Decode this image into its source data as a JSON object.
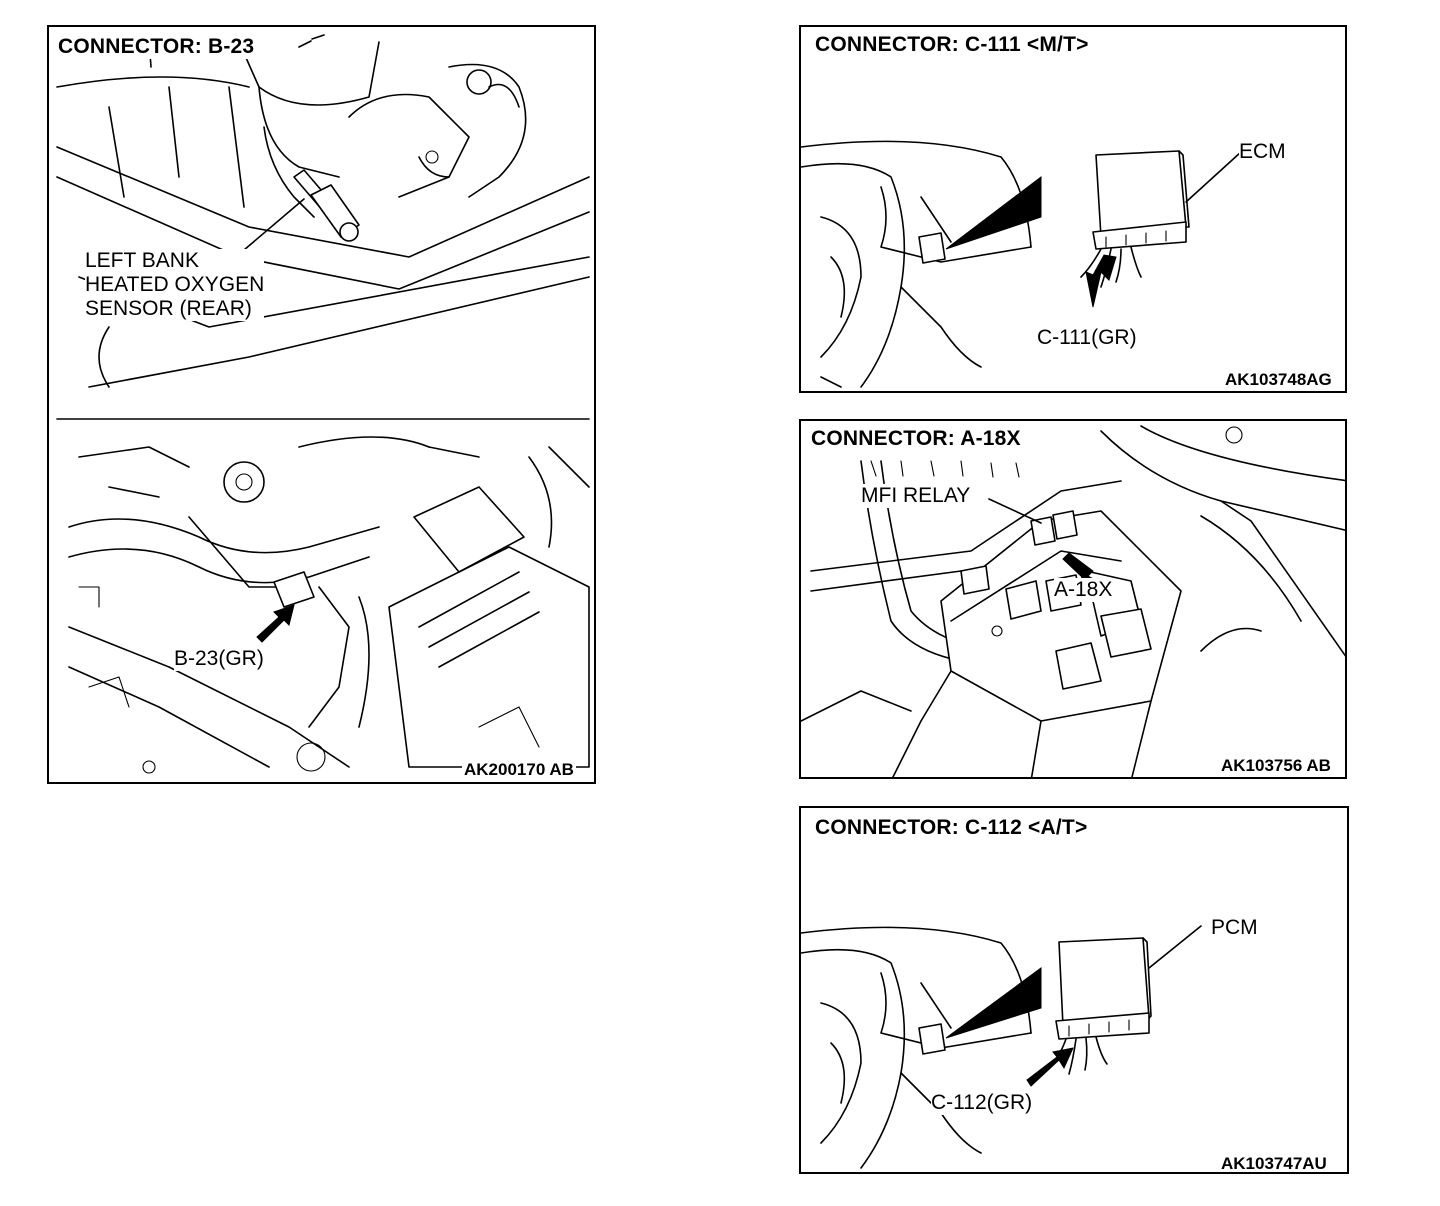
{
  "panels": {
    "b23": {
      "title": "CONNECTOR: B-23",
      "label_lines": [
        "LEFT BANK",
        "HEATED OXYGEN",
        "SENSOR (REAR)"
      ],
      "connector_label": "B-23(GR)",
      "code": "AK200170 AB"
    },
    "c111": {
      "title": "CONNECTOR: C-111 <M/T>",
      "unit_label": "ECM",
      "connector_label": "C-111(GR)",
      "code": "AK103748AG"
    },
    "a18x": {
      "title": "CONNECTOR: A-18X",
      "relay_label": "MFI RELAY",
      "connector_label": "A-18X",
      "code": "AK103756 AB"
    },
    "c112": {
      "title": "CONNECTOR: C-112 <A/T>",
      "unit_label": "PCM",
      "connector_label": "C-112(GR)",
      "code": "AK103747AU"
    }
  }
}
